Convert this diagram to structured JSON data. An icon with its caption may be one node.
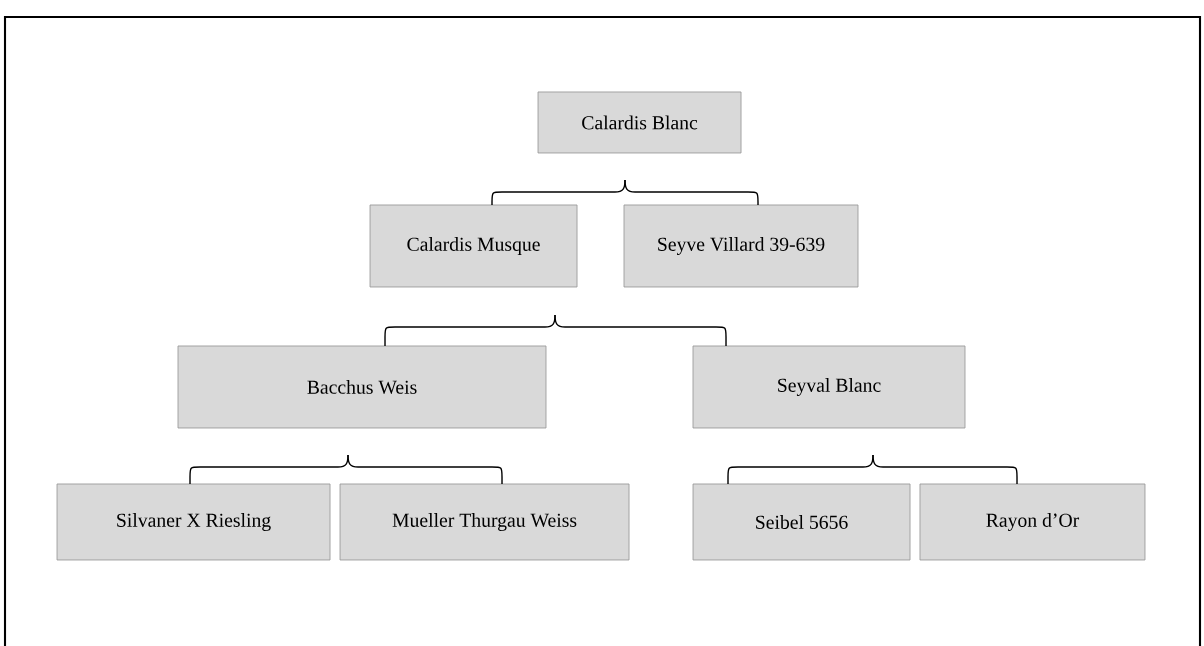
{
  "diagram": {
    "nodes": [
      {
        "text": [
          "Calardis Blanc"
        ]
      },
      {
        "text": [
          "Calardis Musque"
        ]
      },
      {
        "text": [
          "Seyve Villard 39-639"
        ]
      },
      {
        "text": [
          "Bacchus Weis"
        ]
      },
      {
        "text": [
          "Seyval Blanc"
        ]
      },
      {
        "text": [
          "Silvaner X Riesling"
        ]
      },
      {
        "text": [
          "Mueller Thurgau Weiss"
        ]
      },
      {
        "text": [
          "Seibel 5656"
        ]
      },
      {
        "text": [
          "Rayon d’Or"
        ]
      }
    ],
    "edges": [
      {
        "from": 0,
        "to": 1,
        "arrow": "none"
      },
      {
        "from": 0,
        "to": 2,
        "arrow": "none"
      },
      {
        "from": 1,
        "to": 3,
        "arrow": "none"
      },
      {
        "from": 1,
        "to": 4,
        "arrow": "none"
      },
      {
        "from": 3,
        "to": 5,
        "arrow": "none"
      },
      {
        "from": 3,
        "to": 6,
        "arrow": "none"
      },
      {
        "from": 4,
        "to": 7,
        "arrow": "none"
      },
      {
        "from": 4,
        "to": 8,
        "arrow": "none"
      }
    ]
  }
}
